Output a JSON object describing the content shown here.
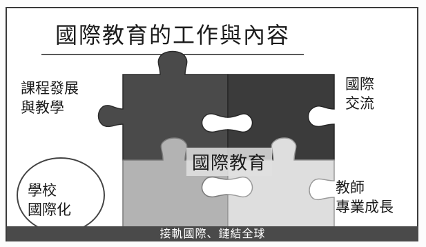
{
  "title": "國際教育的工作與內容",
  "labels": {
    "top_left": "課程發展\n與教學",
    "top_right": "國際\n交流",
    "bottom_right": "教師\n專業成長",
    "bottom_left": "學校\n國際化"
  },
  "center": "國際教育",
  "footer": "接軌國際、鏈結全球",
  "colors": {
    "piece_top_left": "#4a4a4a",
    "piece_top_right": "#3a3a3a",
    "piece_bottom_left": "#b3b3b3",
    "piece_bottom_right": "#dedede",
    "footer_bar": "#4a4a4a"
  }
}
